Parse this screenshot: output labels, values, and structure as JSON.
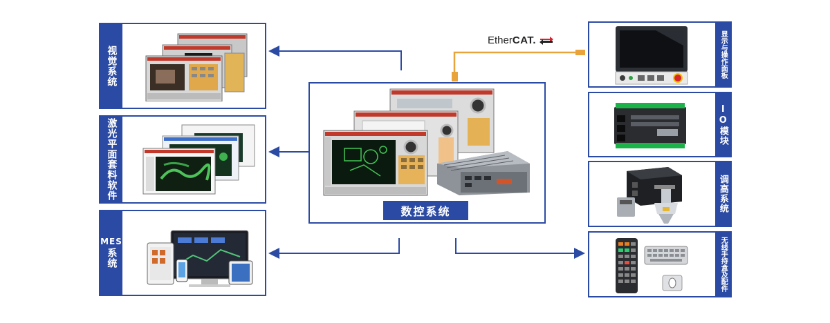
{
  "left_boxes": {
    "vision": "视觉系统",
    "laser_nesting": "激光平面套料软件",
    "mes": {
      "en": "MES",
      "cn": "系统"
    }
  },
  "center": {
    "title": "数控系统"
  },
  "bus": {
    "ether": "Ether",
    "cat": "CAT."
  },
  "right_boxes": {
    "display_panel": "显示与操作面板",
    "io_module": "IO模块",
    "height_control": "调高系统",
    "wireless_pendant": "无线手持盒及配件"
  },
  "colors": {
    "accent": "#2b4aa3",
    "arrow": "#2b4aa3",
    "cable": "#e8a33a"
  }
}
